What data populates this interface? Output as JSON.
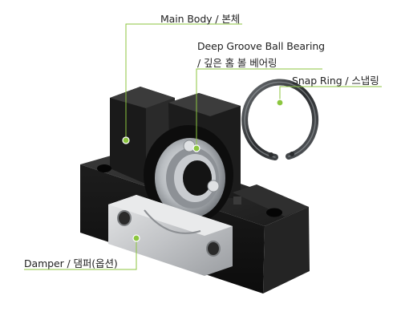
{
  "labels": {
    "main_body": "Main Body / 본체",
    "bearing_line1": "Deep Groove Ball Bearing",
    "bearing_line2": "/ 깊은 홈 볼 베어링",
    "snap_ring": "Snap Ring / 스냅링",
    "damper": "Damper / 댐퍼(옵션)"
  },
  "colors": {
    "leader": "#8cc63f",
    "dot": "#8cc63f",
    "body": "#161616",
    "damper": "#c7c9cc",
    "bearing": "#9ea3a8",
    "ring": "#3a3d40"
  }
}
